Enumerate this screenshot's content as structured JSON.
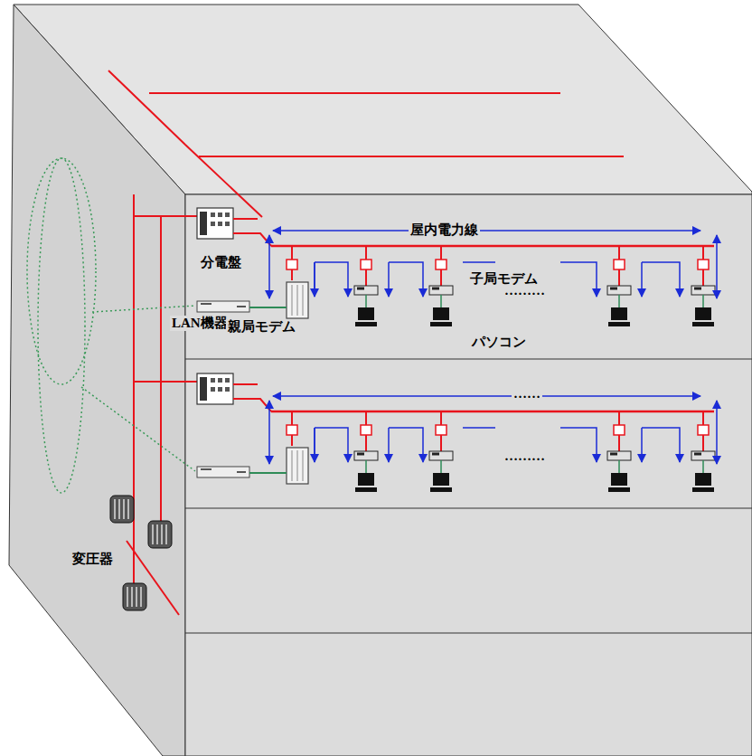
{
  "diagram": {
    "labels": [
      "屋内電力線",
      "分電盤",
      "子局モデム",
      "LAN機器",
      "親局モデム",
      "パソコン",
      "………",
      "……",
      "………",
      "変圧器"
    ]
  }
}
